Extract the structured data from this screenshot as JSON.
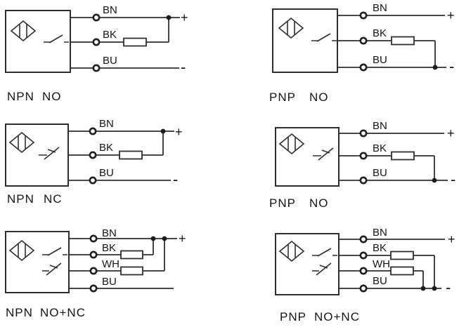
{
  "colors": {
    "background": "#ffffff",
    "line": "#2e2e2e",
    "text": "#141414"
  },
  "diagrams": [
    {
      "caption_type": "NPN",
      "caption_logic": "NO",
      "wires": [
        "BN",
        "BK",
        "BU"
      ],
      "plus": "+",
      "minus": "-"
    },
    {
      "caption_type": "PNP",
      "caption_logic": "NO",
      "wires": [
        "BN",
        "BK",
        "BU"
      ],
      "plus": "+",
      "minus": "-"
    },
    {
      "caption_type": "NPN",
      "caption_logic": "NC",
      "wires": [
        "BN",
        "BK",
        "BU"
      ],
      "plus": "+",
      "minus": "-"
    },
    {
      "caption_type": "PNP",
      "caption_logic": "NO",
      "wires": [
        "BN",
        "BK",
        "BU"
      ],
      "plus": "+",
      "minus": "-"
    },
    {
      "caption_type": "NPN",
      "caption_logic": "NO+NC",
      "wires": [
        "BN",
        "BK",
        "WH",
        "BU"
      ],
      "plus": "+"
    },
    {
      "caption_type": "PNP",
      "caption_logic": "NO+NC",
      "wires": [
        "BN",
        "BK",
        "WH",
        "BU"
      ],
      "plus": "+",
      "minus": "-"
    }
  ]
}
